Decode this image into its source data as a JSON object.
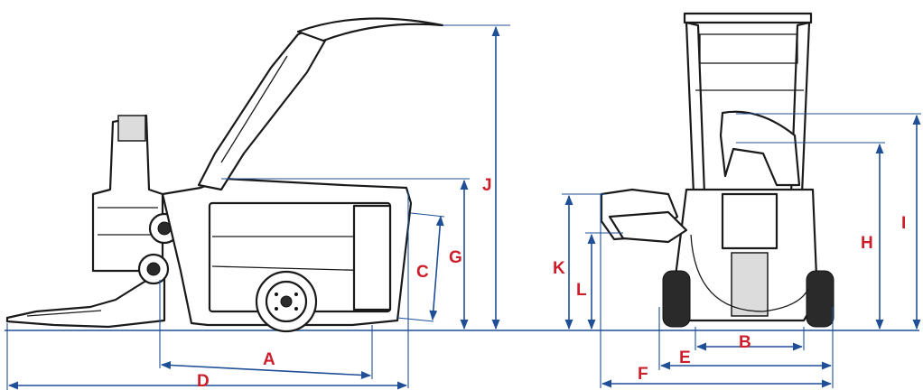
{
  "labels": {
    "A": "A",
    "B": "B",
    "C": "C",
    "D": "D",
    "E": "E",
    "F": "F",
    "G": "G",
    "H": "H",
    "I": "I",
    "J": "J",
    "K": "K",
    "L": "L"
  },
  "colors": {
    "dimension_line": "#1f4f97",
    "label": "#cc1f2b",
    "machine_outline": "#1a1a1a"
  }
}
